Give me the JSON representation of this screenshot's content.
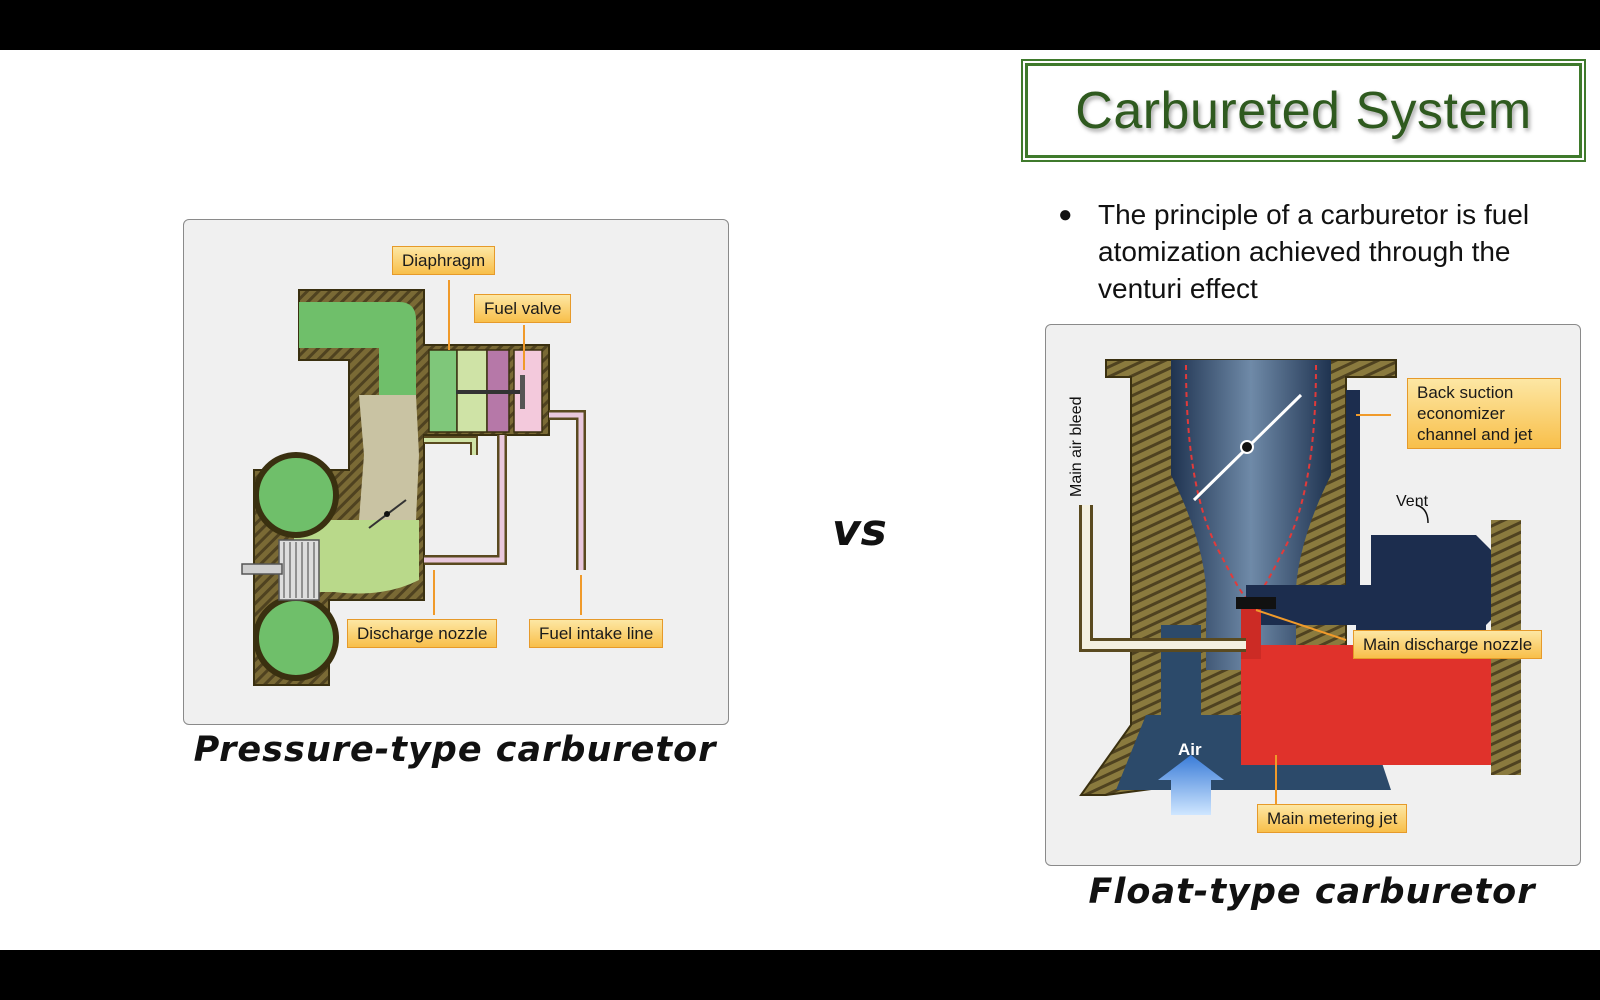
{
  "slide": {
    "title": "Carbureted System",
    "bullet": "The principle of a carburetor is fuel atomization achieved through the venturi effect",
    "bullet_marker": "●",
    "vs": "vs"
  },
  "left_figure": {
    "caption": "Pressure-type carburetor",
    "labels": {
      "diaphragm": "Diaphragm",
      "fuel_valve": "Fuel valve",
      "discharge_nozzle": "Discharge nozzle",
      "fuel_intake_line": "Fuel intake line"
    }
  },
  "right_figure": {
    "caption": "Float-type carburetor",
    "labels": {
      "main_air_bleed": "Main air bleed",
      "back_suction": "Back suction economizer channel and jet",
      "vent": "Vent",
      "main_discharge_nozzle": "Main discharge nozzle",
      "air": "Air",
      "main_metering_jet": "Main metering jet"
    }
  },
  "colors": {
    "title_green": "#2f5a1f",
    "callout_fill": "#f8bf4a",
    "callout_border": "#e69a2a",
    "housing_brown": "#6b5a2a",
    "air_green": "#7fc77a",
    "fuel_red": "#e0322b",
    "venturi_blue": "#2c4a6a"
  }
}
